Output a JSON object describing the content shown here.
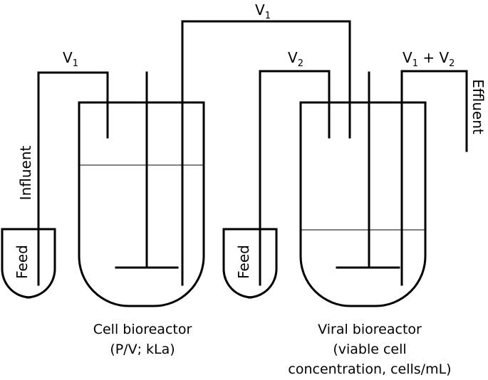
{
  "flows": {
    "v1_top": {
      "base": "V",
      "sub": "1"
    },
    "v1_left": {
      "base": "V",
      "sub": "1"
    },
    "v2": {
      "base": "V",
      "sub": "2"
    },
    "v1_plus_v2": {
      "a_base": "V",
      "a_sub": "1",
      "op": " + ",
      "b_base": "V",
      "b_sub": "2"
    }
  },
  "labels": {
    "influent": "Influent",
    "effluent": "Effluent",
    "feed_left": "Feed",
    "feed_right": "Feed"
  },
  "captions": {
    "cell_bioreactor": [
      "Cell bioreactor",
      "(P/V; kLa)"
    ],
    "viral_bioreactor": [
      "Viral bioreactor",
      "(viable cell",
      "concentration, cells/mL)"
    ]
  }
}
